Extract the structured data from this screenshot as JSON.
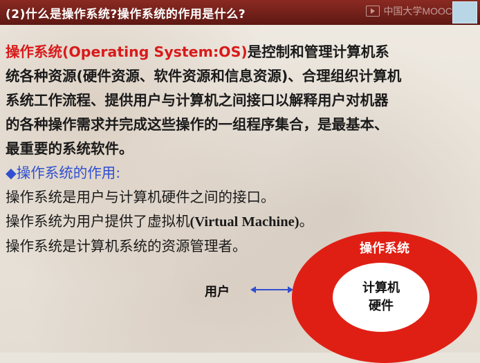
{
  "slide": {
    "title": "(2)什么是操作系统?操作系统的作用是什么?",
    "watermark": "中国大学MOOC",
    "definition": {
      "term": "操作系统(Operating System:OS)",
      "line1_rest": "是控制和管理计算机系",
      "line2": "统各种资源(硬件资源、软件资源和信息资源)、合理组织计算机",
      "line3": "系统工作流程、提供用户与计算机之间接口以解释用户对机器",
      "line4": "的各种操作需求并完成这些操作的一组程序集合，是最基本、",
      "line5": "最重要的系统软件。"
    },
    "roles_heading": "操作系统的作用:",
    "roles": [
      "操作系统是用户与计算机硬件之间的接口。",
      "操作系统为用户提供了虚拟机",
      "操作系统是计算机系统的资源管理者。"
    ],
    "virtual_machine_en": "(Virtual Machine)",
    "virtual_machine_end": "。"
  },
  "diagram": {
    "user_label": "用户",
    "os_label": "操作系统",
    "hardware_line1": "计算机",
    "hardware_line2": "硬件"
  },
  "colors": {
    "header_bg": "#7a2219",
    "term_red": "#d81a1a",
    "bullet_blue": "#2f4fd0",
    "os_red": "#e01f14"
  }
}
